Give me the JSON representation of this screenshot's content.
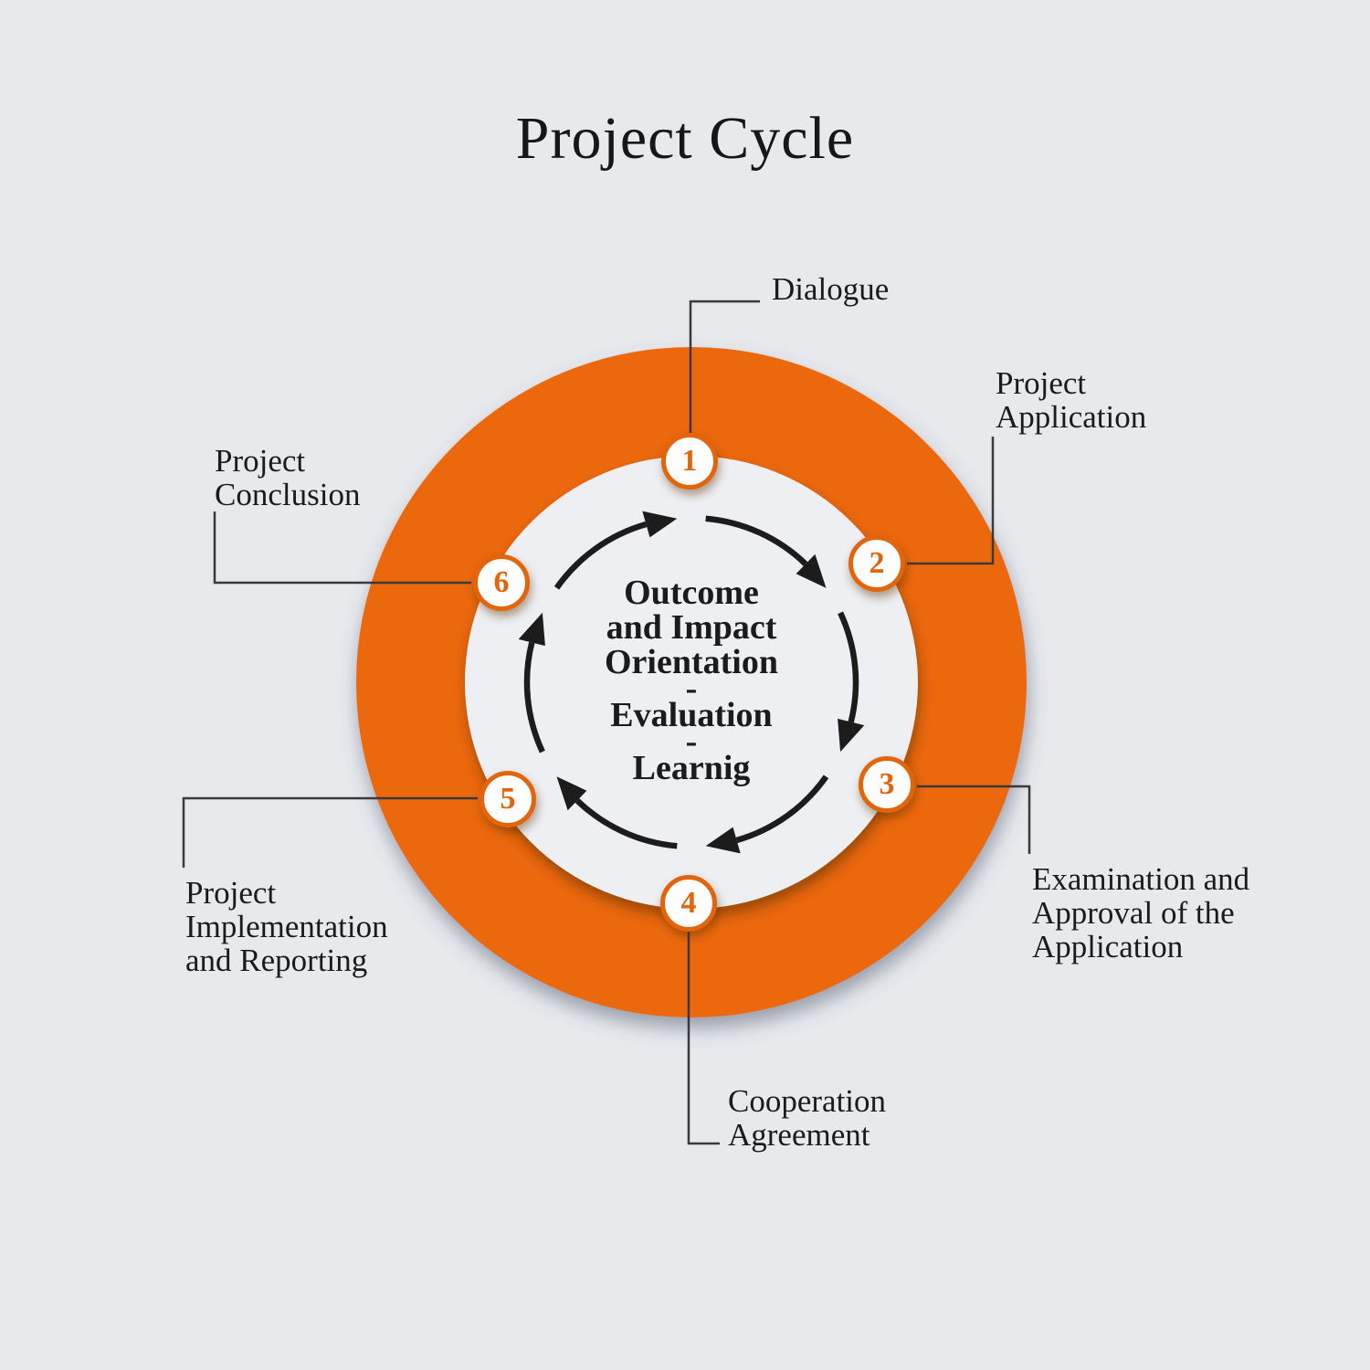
{
  "title": "Project Cycle",
  "colors": {
    "background": "#E7E9ED",
    "ring_orange": "#EC6709",
    "inner_circle": "#EDEFF3",
    "step_circle_fill": "#FDFDFE",
    "step_circle_border": "#E2650B",
    "step_number": "#E2650B",
    "text": "#1B1B1B",
    "arrow": "#1C1C1C",
    "connector_line": "#3A3A3A"
  },
  "center": {
    "lines": [
      "Outcome",
      "and Impact",
      "Orientation",
      "-",
      "Evaluation",
      "-",
      "Learnig"
    ]
  },
  "steps": [
    {
      "number": "1",
      "label": "Dialogue"
    },
    {
      "number": "2",
      "label": "Project\nApplication"
    },
    {
      "number": "3",
      "label": "Examination and\nApproval of the\nApplication"
    },
    {
      "number": "4",
      "label": "Cooperation\nAgreement"
    },
    {
      "number": "5",
      "label": "Project\nImplementation\nand Reporting"
    },
    {
      "number": "6",
      "label": "Project\nConclusion"
    }
  ]
}
